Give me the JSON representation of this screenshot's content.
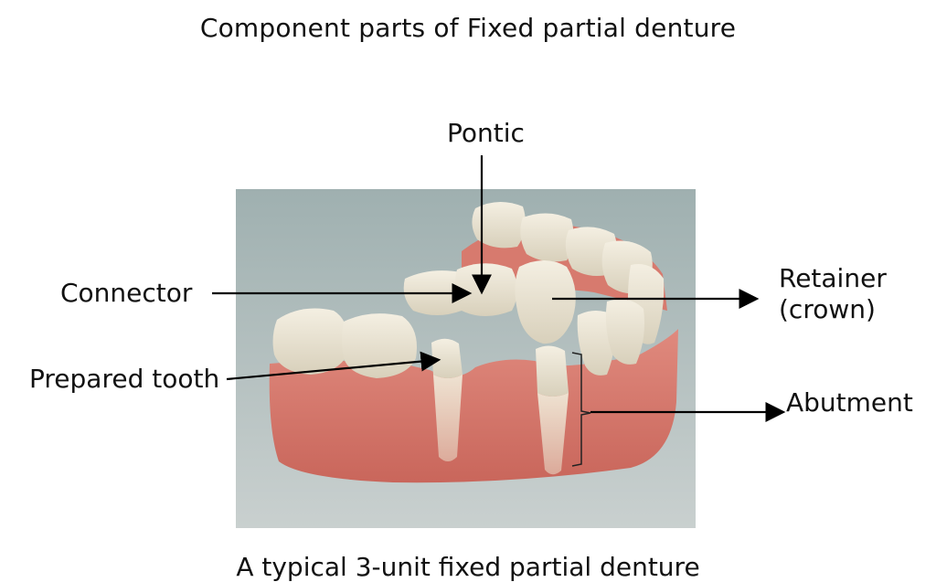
{
  "title": "Component parts  of Fixed partial denture",
  "caption": "A typical 3-unit fixed partial denture",
  "labels": {
    "pontic": "Pontic",
    "connector": "Connector",
    "prepared_tooth": "Prepared tooth",
    "retainer_line1": "Retainer",
    "retainer_line2": "(crown)",
    "abutment": "Abutment"
  },
  "colors": {
    "photo_background": "#a8b6b6",
    "gum": "#d9796d",
    "tooth": "#ece6d6",
    "arrow": "#000000"
  }
}
